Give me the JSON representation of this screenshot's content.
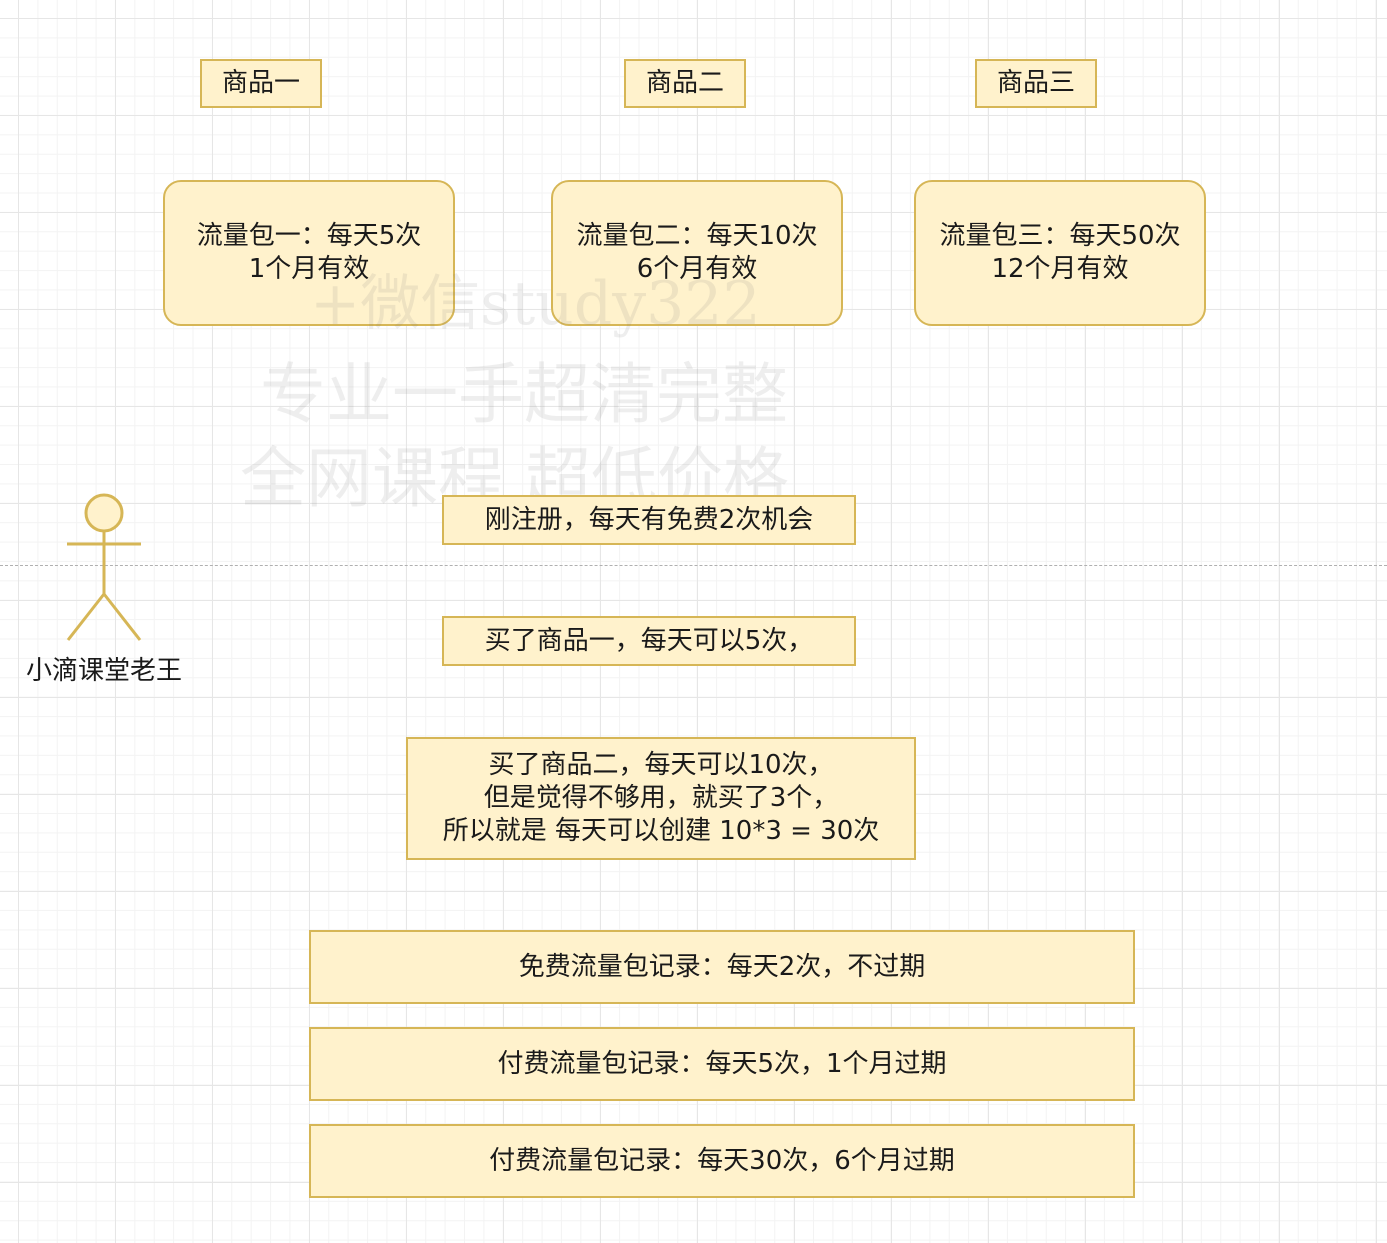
{
  "products": [
    {
      "label": "商品一"
    },
    {
      "label": "商品二"
    },
    {
      "label": "商品三"
    }
  ],
  "packages": [
    {
      "line1": "流量包一：每天5次",
      "line2": "1个月有效"
    },
    {
      "line1": "流量包二：每天10次",
      "line2": "6个月有效"
    },
    {
      "line1": "流量包三：每天50次",
      "line2": "12个月有效"
    }
  ],
  "actor": {
    "label": "小滴课堂老王"
  },
  "steps": {
    "register": "刚注册，每天有免费2次机会",
    "buy_one": "买了商品一，每天可以5次，",
    "buy_two": {
      "line1": "买了商品二，每天可以10次，",
      "line2": "但是觉得不够用，就买了3个，",
      "line3": "所以就是 每天可以创建 10*3 = 30次"
    }
  },
  "records": [
    {
      "label": "免费流量包记录：每天2次，不过期"
    },
    {
      "label": "付费流量包记录：每天5次，1个月过期"
    },
    {
      "label": "付费流量包记录：每天30次，6个月过期"
    }
  ],
  "watermark": {
    "line1": "+微信study322",
    "line2": "专业一手超清完整",
    "line3": "全网课程 超低价格"
  },
  "colors": {
    "node_fill": "#fff2cc",
    "node_border": "#d6b656",
    "divider": "#b0b0b0"
  }
}
